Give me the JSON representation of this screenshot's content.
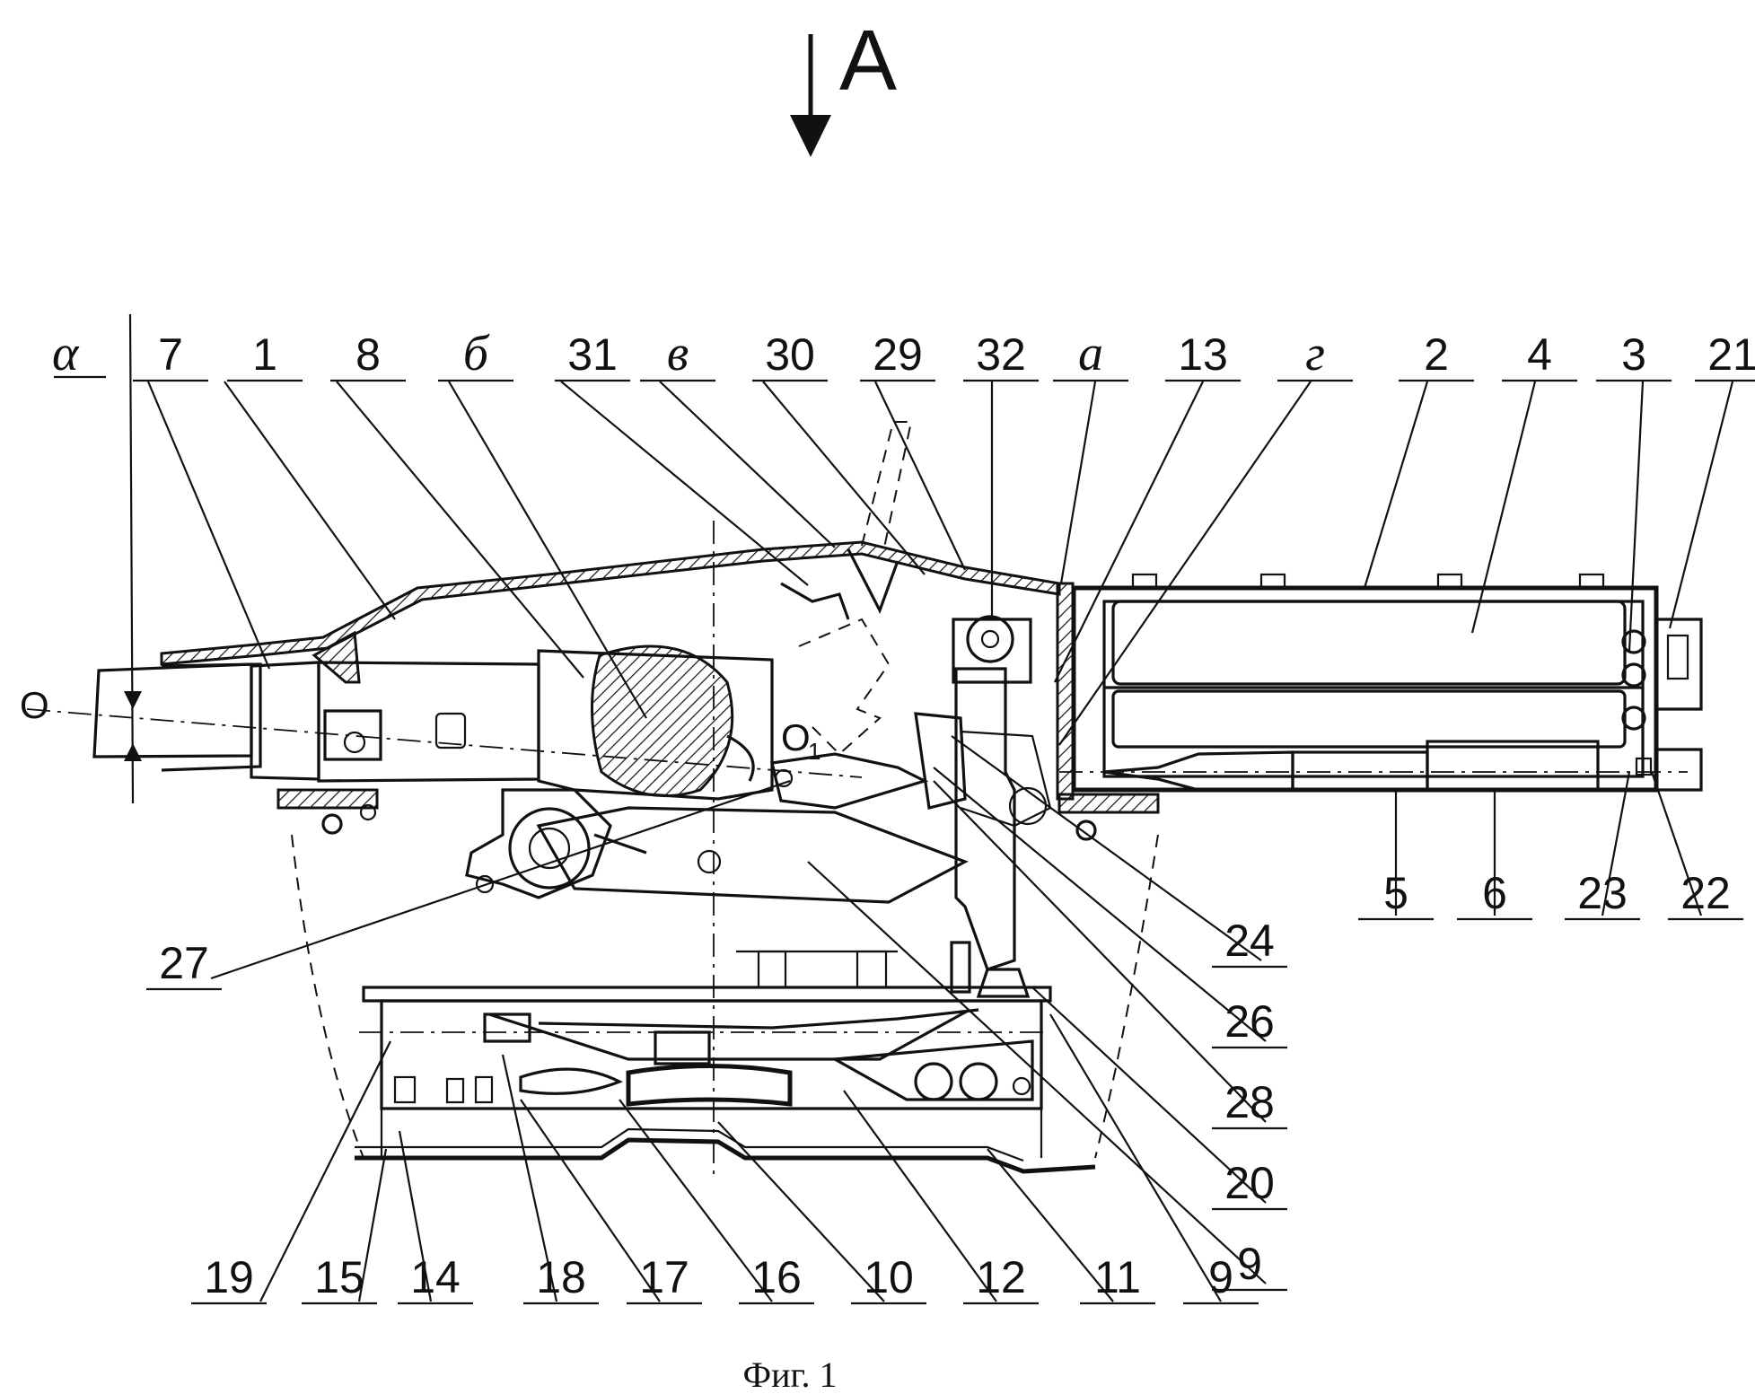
{
  "view_marker": "A",
  "caption": "Фиг. 1",
  "axis_labels": {
    "o": "O",
    "o1": "O",
    "o1_sub": "1"
  },
  "angle_label": "α",
  "top_labels": [
    {
      "text": "7",
      "italic": false
    },
    {
      "text": "1",
      "italic": false
    },
    {
      "text": "8",
      "italic": false
    },
    {
      "text": "б",
      "italic": true
    },
    {
      "text": "31",
      "italic": false
    },
    {
      "text": "в",
      "italic": true
    },
    {
      "text": "30",
      "italic": false
    },
    {
      "text": "29",
      "italic": false
    },
    {
      "text": "32",
      "italic": false
    },
    {
      "text": "а",
      "italic": true
    },
    {
      "text": "13",
      "italic": false
    },
    {
      "text": "г",
      "italic": true
    },
    {
      "text": "2",
      "italic": false
    },
    {
      "text": "4",
      "italic": false
    },
    {
      "text": "3",
      "italic": false
    },
    {
      "text": "21",
      "italic": false
    }
  ],
  "right_labels": [
    "5",
    "6",
    "23",
    "22"
  ],
  "side_labels": [
    "27",
    "24",
    "26",
    "28",
    "20",
    "9"
  ],
  "bottom_labels": [
    "19",
    "15",
    "14",
    "18",
    "17",
    "16",
    "10",
    "12",
    "11",
    "9"
  ]
}
